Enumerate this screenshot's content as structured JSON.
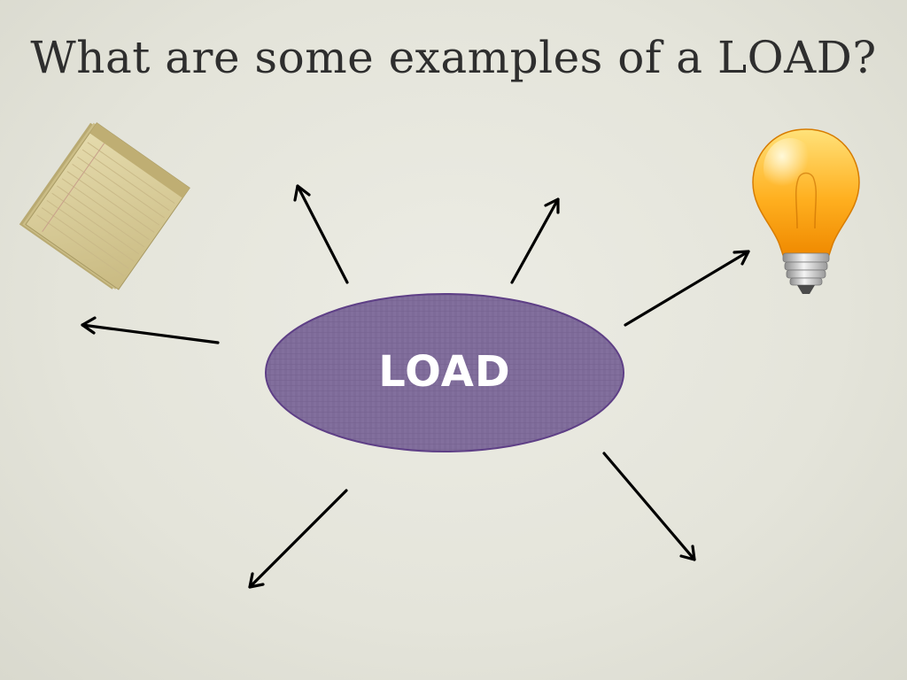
{
  "slide": {
    "title": "What are some examples of a LOAD?",
    "center_label": "LOAD"
  },
  "colors": {
    "background": "#e6e6dd",
    "ellipse_fill": "#7d6a98",
    "ellipse_stroke": "#5e3f86",
    "arrow": "#000000",
    "title_text": "#2e2e2e"
  },
  "images": [
    {
      "name": "legal-notepad",
      "depicts": "yellow legal notepad"
    },
    {
      "name": "light-bulb",
      "depicts": "glowing light bulb"
    }
  ],
  "arrow_count": 6
}
